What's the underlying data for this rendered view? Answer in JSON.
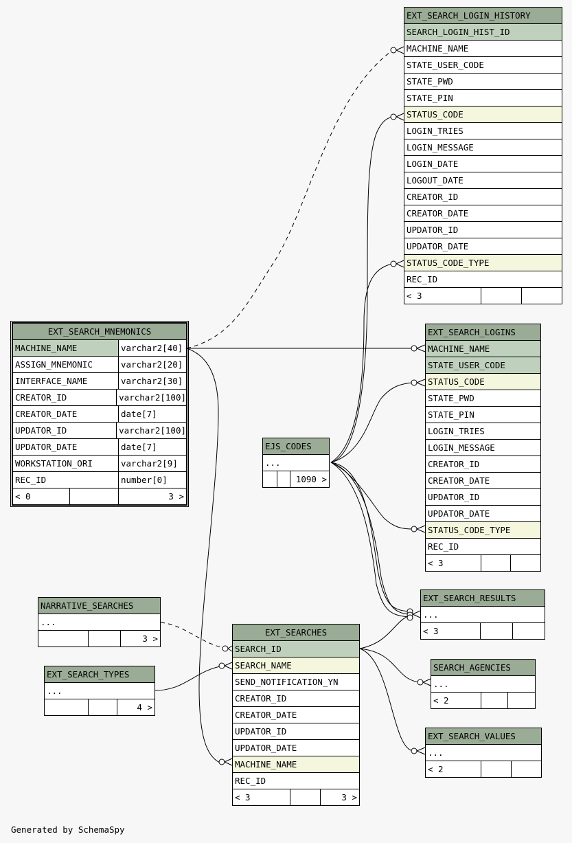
{
  "footer": "Generated by SchemaSpy",
  "login_history": {
    "name": "EXT_SEARCH_LOGIN_HISTORY",
    "columns": [
      "SEARCH_LOGIN_HIST_ID",
      "MACHINE_NAME",
      "STATE_USER_CODE",
      "STATE_PWD",
      "STATE_PIN",
      "STATUS_CODE",
      "LOGIN_TRIES",
      "LOGIN_MESSAGE",
      "LOGIN_DATE",
      "LOGOUT_DATE",
      "CREATOR_ID",
      "CREATOR_DATE",
      "UPDATOR_ID",
      "UPDATOR_DATE",
      "STATUS_CODE_TYPE",
      "REC_ID"
    ],
    "footer": "< 3"
  },
  "mnemonics": {
    "name": "EXT_SEARCH_MNEMONICS",
    "columns": [
      {
        "name": "MACHINE_NAME",
        "type": "varchar2[40]"
      },
      {
        "name": "ASSIGN_MNEMONIC",
        "type": "varchar2[20]"
      },
      {
        "name": "INTERFACE_NAME",
        "type": "varchar2[30]"
      },
      {
        "name": "CREATOR_ID",
        "type": "varchar2[100]"
      },
      {
        "name": "CREATOR_DATE",
        "type": "date[7]"
      },
      {
        "name": "UPDATOR_ID",
        "type": "varchar2[100]"
      },
      {
        "name": "UPDATOR_DATE",
        "type": "date[7]"
      },
      {
        "name": "WORKSTATION_ORI",
        "type": "varchar2[9]"
      },
      {
        "name": "REC_ID",
        "type": "number[0]"
      }
    ],
    "footer_left": "< 0",
    "footer_right": "3 >"
  },
  "logins": {
    "name": "EXT_SEARCH_LOGINS",
    "columns": [
      "MACHINE_NAME",
      "STATE_USER_CODE",
      "STATUS_CODE",
      "STATE_PWD",
      "STATE_PIN",
      "LOGIN_TRIES",
      "LOGIN_MESSAGE",
      "CREATOR_ID",
      "CREATOR_DATE",
      "UPDATOR_ID",
      "UPDATOR_DATE",
      "STATUS_CODE_TYPE",
      "REC_ID"
    ],
    "footer": "< 3"
  },
  "ejs_codes": {
    "name": "EJS_CODES",
    "body": "...",
    "count": "1090 >"
  },
  "results": {
    "name": "EXT_SEARCH_RESULTS",
    "body": "...",
    "footer": "< 3"
  },
  "narrative": {
    "name": "NARRATIVE_SEARCHES",
    "body": "...",
    "count": "3 >"
  },
  "searches": {
    "name": "EXT_SEARCHES",
    "columns": [
      "SEARCH_ID",
      "SEARCH_NAME",
      "SEND_NOTIFICATION_YN",
      "CREATOR_ID",
      "CREATOR_DATE",
      "UPDATOR_ID",
      "UPDATOR_DATE",
      "MACHINE_NAME",
      "REC_ID"
    ],
    "footer_left": "< 3",
    "footer_right": "3 >"
  },
  "types": {
    "name": "EXT_SEARCH_TYPES",
    "body": "...",
    "count": "4 >"
  },
  "agencies": {
    "name": "SEARCH_AGENCIES",
    "body": "...",
    "footer": "< 2"
  },
  "values": {
    "name": "EXT_SEARCH_VALUES",
    "body": "...",
    "footer": "< 2"
  }
}
